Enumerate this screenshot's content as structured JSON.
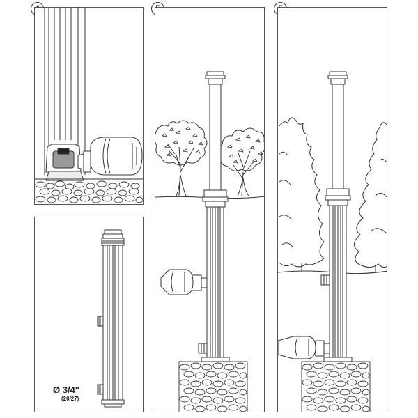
{
  "panels": [
    {
      "step": "4"
    },
    {
      "step": "5"
    },
    {
      "step": "5"
    }
  ],
  "dimension": {
    "diameter": "Ø 3/4\"",
    "thread": "(20/27)"
  },
  "colors": {
    "line": "#333333",
    "background": "#ffffff"
  }
}
